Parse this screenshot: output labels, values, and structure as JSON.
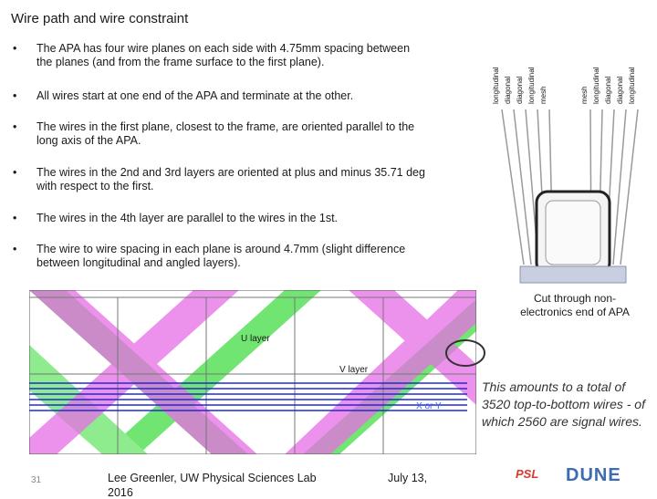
{
  "slide": {
    "title": "Wire path and wire constraint",
    "bullet_symbol": "•",
    "bullets": [
      "The APA has four wire planes on each side with 4.75mm spacing between\nthe planes (and from the frame surface to the first plane).",
      "All wires start at one end of the APA and terminate at the other.",
      "The wires in the first plane, closest to the frame, are oriented parallel to the\nlong axis of the APA.",
      "The wires in the 2nd and 3rd layers are oriented at plus and minus 35.71 deg\nwith respect to the first.",
      "The wires in the 4th layer are parallel to the wires in the 1st.",
      "The wire to wire spacing in each plane is around 4.7mm (slight difference\nbetween longitudinal and angled layers)."
    ],
    "plane_labels": [
      "longitudinal",
      "diagonal",
      "diagonal",
      "longitudinal",
      "mesh",
      "mesh",
      "longitudinal",
      "diagonal",
      "diagonal",
      "longitudinal"
    ],
    "cut_caption": "Cut through non-\nelectronics end of APA",
    "layer_labels": {
      "u": "U layer",
      "v": "V layer",
      "xy": "X or Y"
    },
    "note": "This amounts to a total of 3520 top-to-bottom wires - of which 2560 are signal wires.",
    "footer": {
      "slide_number": "31",
      "author": "Lee Greenler, UW Physical Sciences Lab",
      "date": "July 13,",
      "date_overflow": "2016"
    },
    "logos": {
      "psl": "PSL",
      "dune": "DUNE"
    },
    "colors": {
      "green": "#55dd55",
      "blue": "#1f2bd6",
      "grey_grid": "#777777",
      "oval": "#333333"
    }
  }
}
